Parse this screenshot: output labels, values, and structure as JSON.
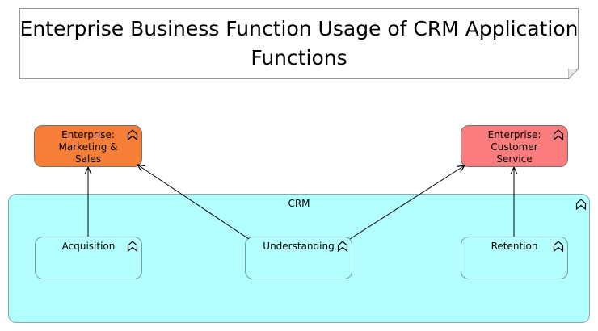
{
  "title": "Enterprise Business Function Usage of CRM Application Functions",
  "elements": {
    "marketing": "Enterprise:\nMarketing &\nSales",
    "customer_service": "Enterprise:\nCustomer Service",
    "crm": "CRM",
    "acquisition": "Acquisition",
    "understanding": "Understanding",
    "retention": "Retention"
  },
  "colors": {
    "marketing_fill": "#f77e37",
    "customer_service_fill": "#fb7c7c",
    "crm_fill": "#b3fefe"
  },
  "icons": {
    "function": "archimate-function-icon"
  }
}
